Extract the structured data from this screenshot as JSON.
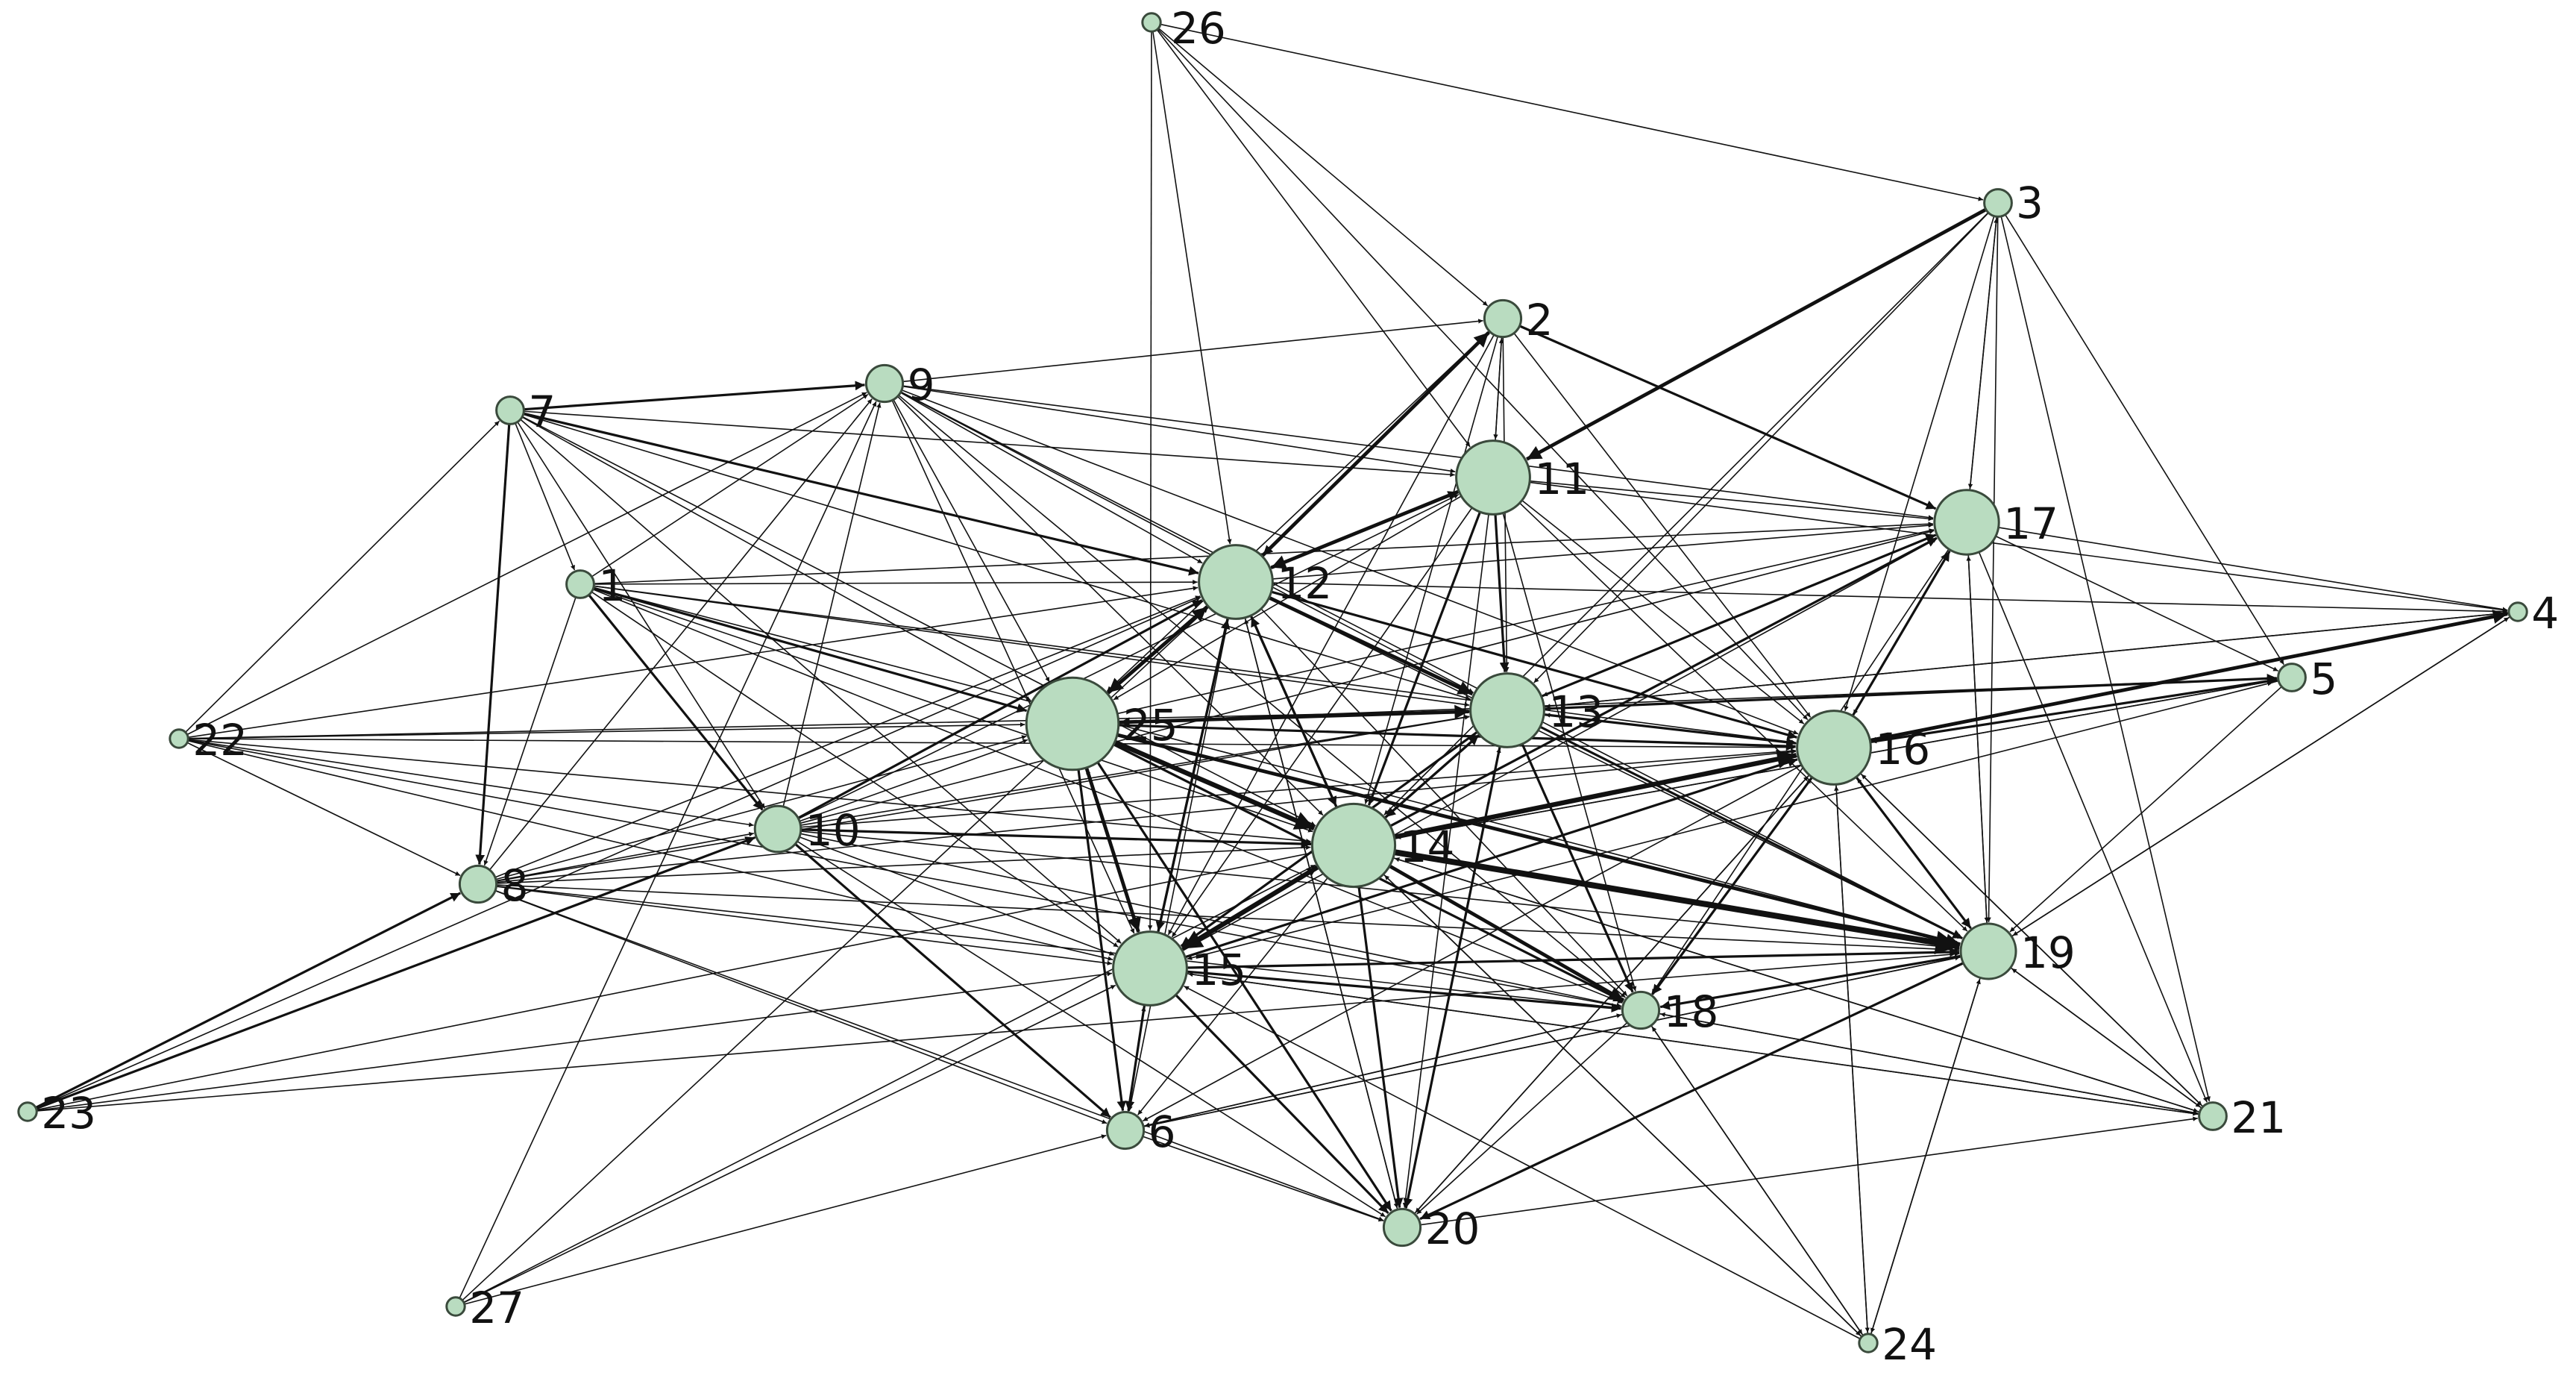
{
  "graph": {
    "node_color": "#b9dcc0",
    "edge_color": "#111111",
    "nodes": [
      {
        "id": "1",
        "label": "1",
        "size": 2
      },
      {
        "id": "2",
        "label": "2",
        "size": 3
      },
      {
        "id": "3",
        "label": "3",
        "size": 2
      },
      {
        "id": "4",
        "label": "4",
        "size": 1
      },
      {
        "id": "5",
        "label": "5",
        "size": 2
      },
      {
        "id": "6",
        "label": "6",
        "size": 3
      },
      {
        "id": "7",
        "label": "7",
        "size": 2
      },
      {
        "id": "8",
        "label": "8",
        "size": 3
      },
      {
        "id": "9",
        "label": "9",
        "size": 3
      },
      {
        "id": "10",
        "label": "10",
        "size": 4
      },
      {
        "id": "11",
        "label": "11",
        "size": 7
      },
      {
        "id": "12",
        "label": "12",
        "size": 7
      },
      {
        "id": "13",
        "label": "13",
        "size": 7
      },
      {
        "id": "14",
        "label": "14",
        "size": 8
      },
      {
        "id": "15",
        "label": "15",
        "size": 7
      },
      {
        "id": "16",
        "label": "16",
        "size": 7
      },
      {
        "id": "17",
        "label": "17",
        "size": 6
      },
      {
        "id": "18",
        "label": "18",
        "size": 3
      },
      {
        "id": "19",
        "label": "19",
        "size": 5
      },
      {
        "id": "20",
        "label": "20",
        "size": 3
      },
      {
        "id": "21",
        "label": "21",
        "size": 2
      },
      {
        "id": "22",
        "label": "22",
        "size": 1
      },
      {
        "id": "23",
        "label": "23",
        "size": 1
      },
      {
        "id": "24",
        "label": "24",
        "size": 1
      },
      {
        "id": "25",
        "label": "25",
        "size": 9
      },
      {
        "id": "26",
        "label": "26",
        "size": 1
      },
      {
        "id": "27",
        "label": "27",
        "size": 1
      }
    ],
    "edges": [
      [
        "26",
        "2",
        1
      ],
      [
        "26",
        "3",
        1
      ],
      [
        "26",
        "11",
        1
      ],
      [
        "26",
        "12",
        1
      ],
      [
        "26",
        "15",
        1
      ],
      [
        "26",
        "16",
        1
      ],
      [
        "3",
        "17",
        1
      ],
      [
        "3",
        "16",
        1
      ],
      [
        "3",
        "5",
        1
      ],
      [
        "3",
        "19",
        1
      ],
      [
        "3",
        "13",
        1
      ],
      [
        "3",
        "11",
        3
      ],
      [
        "3",
        "14",
        1
      ],
      [
        "3",
        "21",
        1
      ],
      [
        "2",
        "11",
        1
      ],
      [
        "2",
        "12",
        2
      ],
      [
        "2",
        "13",
        1
      ],
      [
        "2",
        "14",
        1
      ],
      [
        "2",
        "16",
        1
      ],
      [
        "2",
        "17",
        2
      ],
      [
        "2",
        "15",
        1
      ],
      [
        "2",
        "25",
        1
      ],
      [
        "9",
        "2",
        1
      ],
      [
        "9",
        "12",
        1
      ],
      [
        "9",
        "11",
        1
      ],
      [
        "9",
        "13",
        1
      ],
      [
        "9",
        "14",
        1
      ],
      [
        "9",
        "15",
        1
      ],
      [
        "9",
        "16",
        1
      ],
      [
        "9",
        "25",
        1
      ],
      [
        "9",
        "17",
        1
      ],
      [
        "9",
        "18",
        1
      ],
      [
        "9",
        "19",
        1
      ],
      [
        "7",
        "9",
        2
      ],
      [
        "7",
        "8",
        2
      ],
      [
        "7",
        "12",
        2
      ],
      [
        "7",
        "11",
        1
      ],
      [
        "7",
        "25",
        1
      ],
      [
        "7",
        "13",
        1
      ],
      [
        "7",
        "14",
        1
      ],
      [
        "7",
        "10",
        1
      ],
      [
        "7",
        "15",
        1
      ],
      [
        "7",
        "1",
        1
      ],
      [
        "1",
        "12",
        1
      ],
      [
        "1",
        "25",
        2
      ],
      [
        "1",
        "14",
        1
      ],
      [
        "1",
        "10",
        2
      ],
      [
        "1",
        "9",
        1
      ],
      [
        "1",
        "13",
        1
      ],
      [
        "1",
        "16",
        1
      ],
      [
        "1",
        "18",
        1
      ],
      [
        "1",
        "19",
        1
      ],
      [
        "1",
        "15",
        1
      ],
      [
        "1",
        "17",
        1
      ],
      [
        "1",
        "8",
        1
      ],
      [
        "22",
        "7",
        1
      ],
      [
        "22",
        "9",
        1
      ],
      [
        "22",
        "8",
        1
      ],
      [
        "22",
        "10",
        1
      ],
      [
        "22",
        "12",
        1
      ],
      [
        "22",
        "13",
        1
      ],
      [
        "22",
        "14",
        1
      ],
      [
        "22",
        "15",
        1
      ],
      [
        "22",
        "16",
        1
      ],
      [
        "22",
        "25",
        1
      ],
      [
        "22",
        "18",
        1
      ],
      [
        "8",
        "9",
        1
      ],
      [
        "8",
        "10",
        1
      ],
      [
        "8",
        "12",
        1
      ],
      [
        "8",
        "25",
        1
      ],
      [
        "8",
        "14",
        1
      ],
      [
        "8",
        "15",
        1
      ],
      [
        "8",
        "16",
        1
      ],
      [
        "8",
        "19",
        1
      ],
      [
        "8",
        "18",
        1
      ],
      [
        "8",
        "6",
        1
      ],
      [
        "8",
        "20",
        1
      ],
      [
        "8",
        "13",
        1
      ],
      [
        "10",
        "12",
        2
      ],
      [
        "10",
        "25",
        1
      ],
      [
        "10",
        "14",
        2
      ],
      [
        "10",
        "11",
        1
      ],
      [
        "10",
        "13",
        1
      ],
      [
        "10",
        "16",
        1
      ],
      [
        "10",
        "6",
        2
      ],
      [
        "10",
        "15",
        1
      ],
      [
        "10",
        "19",
        1
      ],
      [
        "10",
        "18",
        1
      ],
      [
        "10",
        "20",
        1
      ],
      [
        "10",
        "9",
        1
      ],
      [
        "10",
        "17",
        1
      ],
      [
        "23",
        "10",
        2
      ],
      [
        "23",
        "8",
        2
      ],
      [
        "23",
        "12",
        1
      ],
      [
        "23",
        "16",
        1
      ],
      [
        "23",
        "15",
        1
      ],
      [
        "23",
        "19",
        1
      ],
      [
        "27",
        "6",
        1
      ],
      [
        "27",
        "15",
        1
      ],
      [
        "27",
        "12",
        1
      ],
      [
        "27",
        "14",
        1
      ],
      [
        "27",
        "9",
        1
      ],
      [
        "11",
        "12",
        3
      ],
      [
        "11",
        "13",
        2
      ],
      [
        "11",
        "14",
        2
      ],
      [
        "11",
        "16",
        1
      ],
      [
        "11",
        "17",
        1
      ],
      [
        "11",
        "20",
        1
      ],
      [
        "11",
        "15",
        1
      ],
      [
        "11",
        "25",
        1
      ],
      [
        "11",
        "18",
        1
      ],
      [
        "11",
        "19",
        1
      ],
      [
        "11",
        "2",
        1
      ],
      [
        "11",
        "4",
        1
      ],
      [
        "12",
        "25",
        3
      ],
      [
        "12",
        "13",
        3
      ],
      [
        "12",
        "14",
        2
      ],
      [
        "12",
        "15",
        2
      ],
      [
        "12",
        "16",
        2
      ],
      [
        "12",
        "17",
        1
      ],
      [
        "12",
        "18",
        1
      ],
      [
        "12",
        "19",
        1
      ],
      [
        "12",
        "20",
        1
      ],
      [
        "12",
        "6",
        1
      ],
      [
        "12",
        "2",
        3
      ],
      [
        "12",
        "11",
        2
      ],
      [
        "12",
        "4",
        1
      ],
      [
        "25",
        "13",
        3
      ],
      [
        "25",
        "14",
        4
      ],
      [
        "25",
        "15",
        3
      ],
      [
        "25",
        "16",
        2
      ],
      [
        "25",
        "18",
        2
      ],
      [
        "25",
        "19",
        3
      ],
      [
        "25",
        "6",
        2
      ],
      [
        "25",
        "20",
        2
      ],
      [
        "25",
        "12",
        3
      ],
      [
        "25",
        "17",
        1
      ],
      [
        "25",
        "5",
        1
      ],
      [
        "13",
        "14",
        2
      ],
      [
        "13",
        "16",
        2
      ],
      [
        "13",
        "17",
        2
      ],
      [
        "13",
        "18",
        2
      ],
      [
        "13",
        "19",
        2
      ],
      [
        "13",
        "20",
        2
      ],
      [
        "13",
        "15",
        2
      ],
      [
        "13",
        "5",
        2
      ],
      [
        "13",
        "4",
        1
      ],
      [
        "13",
        "25",
        2
      ],
      [
        "14",
        "15",
        4
      ],
      [
        "14",
        "16",
        4
      ],
      [
        "14",
        "19",
        5
      ],
      [
        "14",
        "18",
        3
      ],
      [
        "14",
        "20",
        2
      ],
      [
        "14",
        "6",
        1
      ],
      [
        "14",
        "17",
        2
      ],
      [
        "14",
        "5",
        1
      ],
      [
        "14",
        "12",
        2
      ],
      [
        "14",
        "13",
        2
      ],
      [
        "14",
        "21",
        1
      ],
      [
        "14",
        "24",
        1
      ],
      [
        "15",
        "6",
        2
      ],
      [
        "15",
        "20",
        2
      ],
      [
        "15",
        "18",
        2
      ],
      [
        "15",
        "19",
        2
      ],
      [
        "15",
        "16",
        2
      ],
      [
        "15",
        "17",
        1
      ],
      [
        "15",
        "14",
        2
      ],
      [
        "15",
        "12",
        2
      ],
      [
        "15",
        "25",
        1
      ],
      [
        "15",
        "21",
        1
      ],
      [
        "16",
        "4",
        3
      ],
      [
        "16",
        "5",
        2
      ],
      [
        "16",
        "17",
        2
      ],
      [
        "16",
        "19",
        2
      ],
      [
        "16",
        "18",
        2
      ],
      [
        "16",
        "20",
        1
      ],
      [
        "16",
        "21",
        1
      ],
      [
        "16",
        "24",
        1
      ],
      [
        "16",
        "13",
        1
      ],
      [
        "16",
        "6",
        1
      ],
      [
        "17",
        "4",
        1
      ],
      [
        "17",
        "5",
        1
      ],
      [
        "17",
        "19",
        1
      ],
      [
        "17",
        "21",
        1
      ],
      [
        "17",
        "16",
        1
      ],
      [
        "17",
        "3",
        1
      ],
      [
        "17",
        "13",
        1
      ],
      [
        "17",
        "18",
        1
      ],
      [
        "19",
        "20",
        2
      ],
      [
        "19",
        "18",
        2
      ],
      [
        "19",
        "21",
        1
      ],
      [
        "19",
        "24",
        1
      ],
      [
        "19",
        "4",
        1
      ],
      [
        "19",
        "6",
        1
      ],
      [
        "19",
        "16",
        1
      ],
      [
        "19",
        "17",
        1
      ],
      [
        "18",
        "20",
        1
      ],
      [
        "18",
        "21",
        1
      ],
      [
        "18",
        "24",
        1
      ],
      [
        "18",
        "6",
        1
      ],
      [
        "18",
        "16",
        1
      ],
      [
        "6",
        "20",
        1
      ],
      [
        "6",
        "15",
        1
      ],
      [
        "6",
        "18",
        1
      ],
      [
        "6",
        "19",
        1
      ],
      [
        "20",
        "21",
        1
      ],
      [
        "20",
        "16",
        1
      ],
      [
        "20",
        "13",
        1
      ],
      [
        "20",
        "12",
        1
      ],
      [
        "21",
        "16",
        1
      ],
      [
        "21",
        "19",
        1
      ],
      [
        "21",
        "18",
        1
      ],
      [
        "21",
        "15",
        1
      ],
      [
        "21",
        "14",
        1
      ],
      [
        "24",
        "16",
        1
      ],
      [
        "24",
        "19",
        1
      ],
      [
        "24",
        "18",
        1
      ],
      [
        "24",
        "14",
        1
      ],
      [
        "24",
        "15",
        1
      ],
      [
        "5",
        "16",
        1
      ],
      [
        "5",
        "19",
        1
      ],
      [
        "5",
        "14",
        1
      ],
      [
        "5",
        "13",
        1
      ],
      [
        "5",
        "15",
        1
      ],
      [
        "4",
        "16",
        1
      ],
      [
        "4",
        "19",
        1
      ],
      [
        "4",
        "13",
        1
      ],
      [
        "4",
        "14",
        1
      ]
    ]
  }
}
